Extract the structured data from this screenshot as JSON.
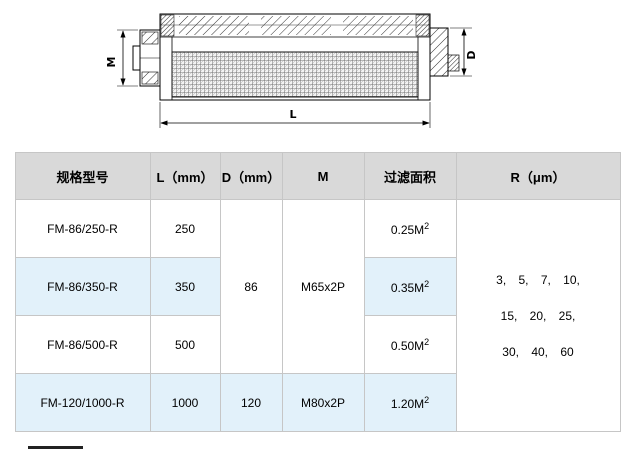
{
  "drawing": {
    "dim_m_label": "M",
    "dim_d_label": "D",
    "dim_l_label": "L"
  },
  "table": {
    "headers": {
      "model": "规格型号",
      "length": "L（mm）",
      "diameter": "D（mm）",
      "thread": "M",
      "area": "过滤面积",
      "rating": "R（μm）"
    },
    "rows": [
      {
        "model": "FM-86/250-R",
        "length": "250",
        "area": "0.25M",
        "area_sup": "2"
      },
      {
        "model": "FM-86/350-R",
        "length": "350",
        "area": "0.35M",
        "area_sup": "2"
      },
      {
        "model": "FM-86/500-R",
        "length": "500",
        "area": "0.50M",
        "area_sup": "2"
      },
      {
        "model": "FM-120/1000-R",
        "length": "1000",
        "diameter": "120",
        "thread": "M80x2P",
        "area": "1.20M",
        "area_sup": "2"
      }
    ],
    "merged": {
      "diameter_small": "86",
      "thread_small": "M65x2P"
    },
    "rating_lines": [
      "3, 5, 7, 10,",
      "15, 20, 25,",
      "30, 40, 60"
    ]
  }
}
